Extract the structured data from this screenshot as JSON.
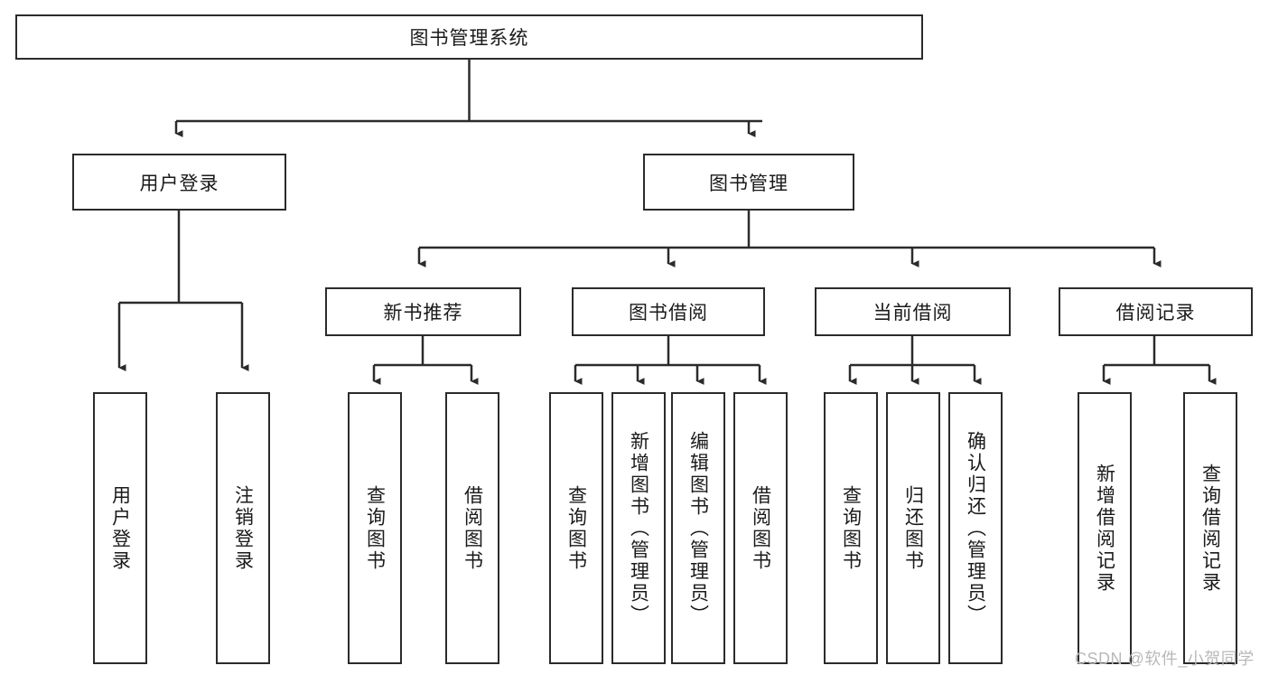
{
  "diagram": {
    "type": "tree-hierarchy",
    "title": "图书管理系统",
    "watermark": "CSDN @软件_小贺同学",
    "colors": {
      "stroke": "#2b2b2b",
      "fill": "#ffffff",
      "text": "#1a1a1a",
      "watermark": "#b9b9b9"
    },
    "nodes": {
      "root": {
        "label": "图书管理系统",
        "orientation": "horizontal"
      },
      "level1": [
        {
          "id": "user-login",
          "label": "用户登录",
          "orientation": "horizontal"
        },
        {
          "id": "book-manage",
          "label": "图书管理",
          "orientation": "horizontal"
        }
      ],
      "level2": [
        {
          "id": "new-book-recommend",
          "label": "新书推荐",
          "orientation": "horizontal"
        },
        {
          "id": "book-borrow",
          "label": "图书借阅",
          "orientation": "horizontal"
        },
        {
          "id": "current-borrow",
          "label": "当前借阅",
          "orientation": "horizontal"
        },
        {
          "id": "borrow-record",
          "label": "借阅记录",
          "orientation": "horizontal"
        }
      ],
      "leaves": [
        {
          "id": "leaf-user-login",
          "label": "用户登录",
          "parent": "user-login",
          "orientation": "vertical"
        },
        {
          "id": "leaf-logout-login",
          "label": "注销登录",
          "parent": "user-login",
          "orientation": "vertical"
        },
        {
          "id": "leaf-query-book-1",
          "label": "查询图书",
          "parent": "new-book-recommend",
          "orientation": "vertical"
        },
        {
          "id": "leaf-borrow-book-1",
          "label": "借阅图书",
          "parent": "new-book-recommend",
          "orientation": "vertical"
        },
        {
          "id": "leaf-query-book-2",
          "label": "查询图书",
          "parent": "book-borrow",
          "orientation": "vertical"
        },
        {
          "id": "leaf-add-book",
          "label": "新增图书（管理员）",
          "parent": "book-borrow",
          "orientation": "vertical"
        },
        {
          "id": "leaf-edit-book",
          "label": "编辑图书（管理员）",
          "parent": "book-borrow",
          "orientation": "vertical"
        },
        {
          "id": "leaf-borrow-book-2",
          "label": "借阅图书",
          "parent": "book-borrow",
          "orientation": "vertical"
        },
        {
          "id": "leaf-query-book-3",
          "label": "查询图书",
          "parent": "current-borrow",
          "orientation": "vertical"
        },
        {
          "id": "leaf-return-book",
          "label": "归还图书",
          "parent": "current-borrow",
          "orientation": "vertical"
        },
        {
          "id": "leaf-confirm-return",
          "label": "确认归还（管理员）",
          "parent": "current-borrow",
          "orientation": "vertical"
        },
        {
          "id": "leaf-add-record",
          "label": "新增借阅记录",
          "parent": "borrow-record",
          "orientation": "vertical"
        },
        {
          "id": "leaf-query-record",
          "label": "查询借阅记录",
          "parent": "borrow-record",
          "orientation": "vertical"
        }
      ]
    }
  }
}
